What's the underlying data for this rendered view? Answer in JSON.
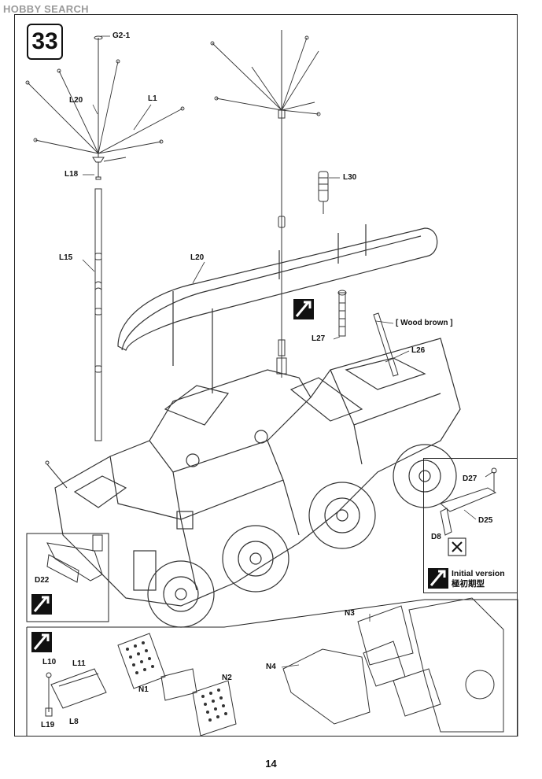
{
  "watermark": "HOBBY SEARCH",
  "step_number": "33",
  "page_number": "14",
  "labels": {
    "g2_1": "G2-1",
    "l20_top": "L20",
    "l1": "L1",
    "l18": "L18",
    "l15": "L15",
    "l30": "L30",
    "l20_frame": "L20",
    "l27": "L27",
    "wood_brown": "[ Wood brown ]",
    "l26": "L26",
    "d27": "D27",
    "d25": "D25",
    "d8": "D8",
    "d22": "D22",
    "n3": "N3",
    "n4": "N4",
    "l10": "L10",
    "l11": "L11",
    "n1": "N1",
    "n2": "N2",
    "l8": "L8",
    "l19": "L19"
  },
  "initial_version": {
    "en": "Initial version",
    "jp": "極初期型"
  },
  "icons": [
    "glue-icon",
    "no-glue-icon",
    "step-arrow-icon"
  ]
}
